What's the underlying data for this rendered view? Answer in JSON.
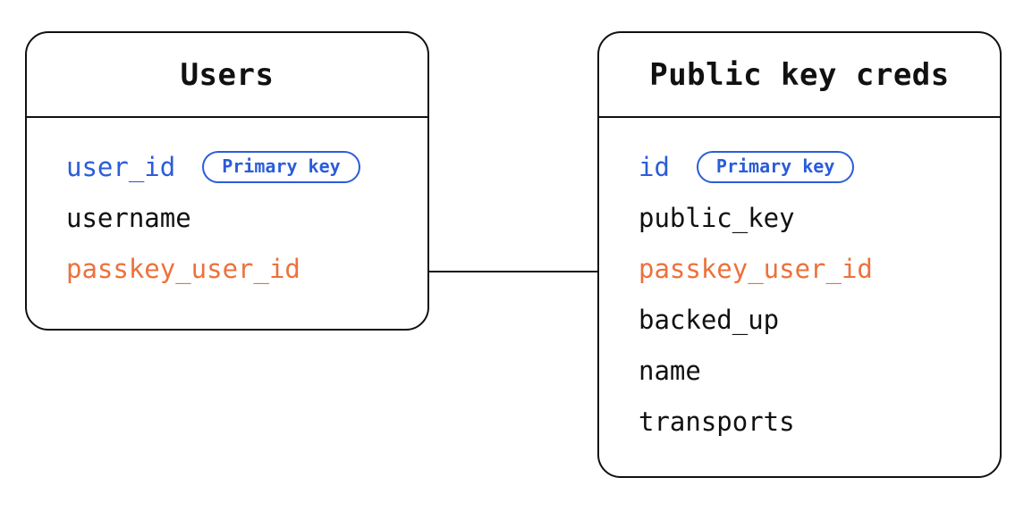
{
  "colors": {
    "accent_blue": "#2b5cd9",
    "accent_orange": "#ed713b",
    "line_black": "#111111",
    "background": "#ffffff"
  },
  "tables": [
    {
      "name": "Users",
      "fields": [
        {
          "name": "user_id",
          "color": "blue",
          "badge": "Primary key"
        },
        {
          "name": "username",
          "color": "black",
          "badge": null
        },
        {
          "name": "passkey_user_id",
          "color": "orange",
          "badge": null
        }
      ]
    },
    {
      "name": "Public key creds",
      "fields": [
        {
          "name": "id",
          "color": "blue",
          "badge": "Primary key"
        },
        {
          "name": "public_key",
          "color": "black",
          "badge": null
        },
        {
          "name": "passkey_user_id",
          "color": "orange",
          "badge": null
        },
        {
          "name": "backed_up",
          "color": "black",
          "badge": null
        },
        {
          "name": "name",
          "color": "black",
          "badge": null
        },
        {
          "name": "transports",
          "color": "black",
          "badge": null
        }
      ]
    }
  ],
  "connector": {
    "from_table": "Users",
    "from_field": "passkey_user_id",
    "to_table": "Public key creds",
    "to_field": "passkey_user_id"
  }
}
